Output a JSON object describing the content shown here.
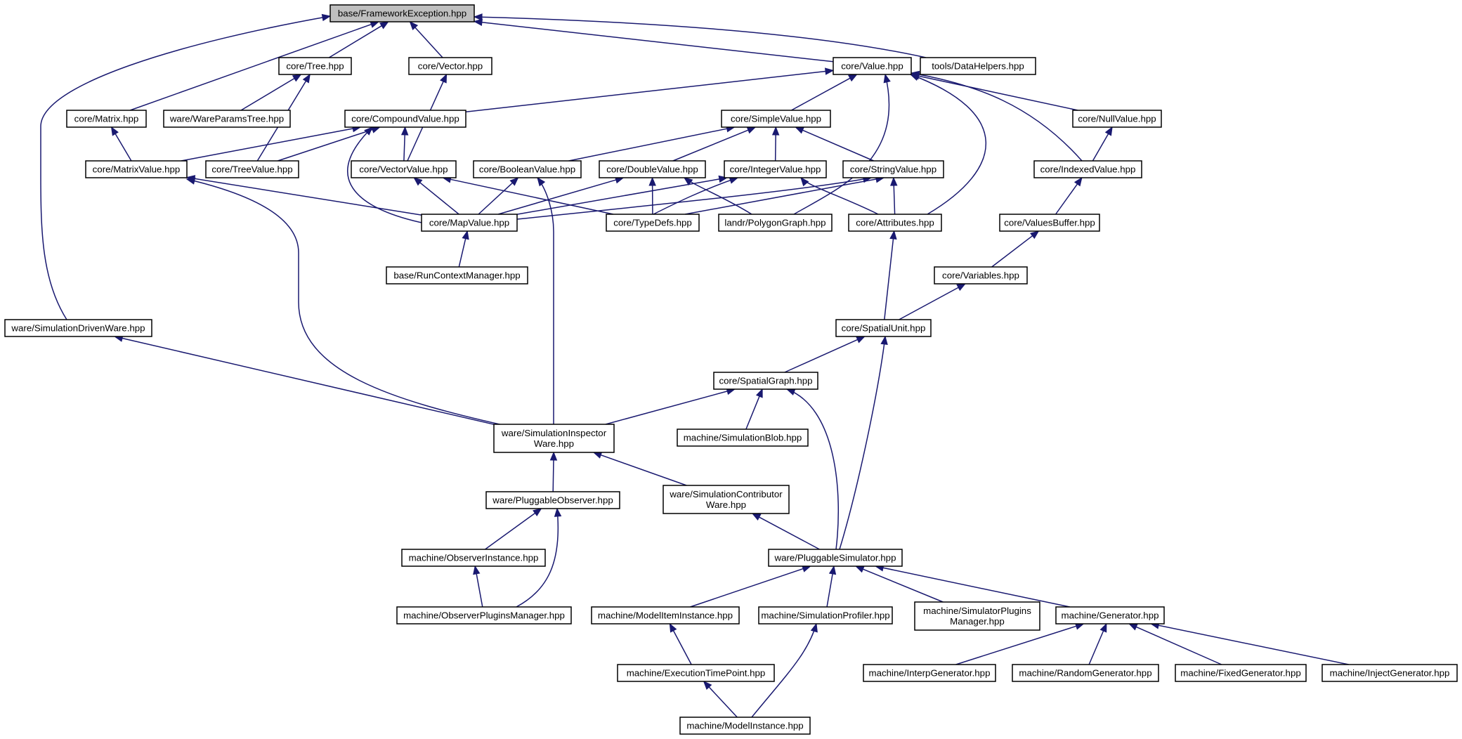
{
  "graph": {
    "nodes": [
      {
        "id": "fe",
        "lines": [
          "base/FrameworkException.hpp"
        ],
        "root": true
      },
      {
        "id": "tree",
        "lines": [
          "core/Tree.hpp"
        ]
      },
      {
        "id": "vector",
        "lines": [
          "core/Vector.hpp"
        ]
      },
      {
        "id": "value",
        "lines": [
          "core/Value.hpp"
        ]
      },
      {
        "id": "datahelpers",
        "lines": [
          "tools/DataHelpers.hpp"
        ]
      },
      {
        "id": "matrix",
        "lines": [
          "core/Matrix.hpp"
        ]
      },
      {
        "id": "wareparamstree",
        "lines": [
          "ware/WareParamsTree.hpp"
        ]
      },
      {
        "id": "compoundvalue",
        "lines": [
          "core/CompoundValue.hpp"
        ]
      },
      {
        "id": "simplevalue",
        "lines": [
          "core/SimpleValue.hpp"
        ]
      },
      {
        "id": "nullvalue",
        "lines": [
          "core/NullValue.hpp"
        ]
      },
      {
        "id": "matrixvalue",
        "lines": [
          "core/MatrixValue.hpp"
        ]
      },
      {
        "id": "treevalue",
        "lines": [
          "core/TreeValue.hpp"
        ]
      },
      {
        "id": "vectorvalue",
        "lines": [
          "core/VectorValue.hpp"
        ]
      },
      {
        "id": "booleanvalue",
        "lines": [
          "core/BooleanValue.hpp"
        ]
      },
      {
        "id": "doublevalue",
        "lines": [
          "core/DoubleValue.hpp"
        ]
      },
      {
        "id": "integervalue",
        "lines": [
          "core/IntegerValue.hpp"
        ]
      },
      {
        "id": "stringvalue",
        "lines": [
          "core/StringValue.hpp"
        ]
      },
      {
        "id": "indexedvalue",
        "lines": [
          "core/IndexedValue.hpp"
        ]
      },
      {
        "id": "mapvalue",
        "lines": [
          "core/MapValue.hpp"
        ]
      },
      {
        "id": "typedefs",
        "lines": [
          "core/TypeDefs.hpp"
        ]
      },
      {
        "id": "polygongraph",
        "lines": [
          "landr/PolygonGraph.hpp"
        ]
      },
      {
        "id": "attributes",
        "lines": [
          "core/Attributes.hpp"
        ]
      },
      {
        "id": "valuesbuffer",
        "lines": [
          "core/ValuesBuffer.hpp"
        ]
      },
      {
        "id": "runcontextmanager",
        "lines": [
          "base/RunContextManager.hpp"
        ]
      },
      {
        "id": "variables",
        "lines": [
          "core/Variables.hpp"
        ]
      },
      {
        "id": "simdrivenware",
        "lines": [
          "ware/SimulationDrivenWare.hpp"
        ]
      },
      {
        "id": "spatialunit",
        "lines": [
          "core/SpatialUnit.hpp"
        ]
      },
      {
        "id": "spatialgraph",
        "lines": [
          "core/SpatialGraph.hpp"
        ]
      },
      {
        "id": "siminspectorware",
        "lines": [
          "ware/SimulationInspector",
          "Ware.hpp"
        ]
      },
      {
        "id": "simulationblob",
        "lines": [
          "machine/SimulationBlob.hpp"
        ]
      },
      {
        "id": "pluggableobserver",
        "lines": [
          "ware/PluggableObserver.hpp"
        ]
      },
      {
        "id": "simcontribware",
        "lines": [
          "ware/SimulationContributor",
          "Ware.hpp"
        ]
      },
      {
        "id": "observerinstance",
        "lines": [
          "machine/ObserverInstance.hpp"
        ]
      },
      {
        "id": "pluggablesimulator",
        "lines": [
          "ware/PluggableSimulator.hpp"
        ]
      },
      {
        "id": "observerpluginsmanager",
        "lines": [
          "machine/ObserverPluginsManager.hpp"
        ]
      },
      {
        "id": "modeliteminstance",
        "lines": [
          "machine/ModelItemInstance.hpp"
        ]
      },
      {
        "id": "simulationprofiler",
        "lines": [
          "machine/SimulationProfiler.hpp"
        ]
      },
      {
        "id": "simulatorpluginsmanager",
        "lines": [
          "machine/SimulatorPlugins",
          "Manager.hpp"
        ]
      },
      {
        "id": "generator",
        "lines": [
          "machine/Generator.hpp"
        ]
      },
      {
        "id": "executiontimepoint",
        "lines": [
          "machine/ExecutionTimePoint.hpp"
        ]
      },
      {
        "id": "interpgenerator",
        "lines": [
          "machine/InterpGenerator.hpp"
        ]
      },
      {
        "id": "randomgenerator",
        "lines": [
          "machine/RandomGenerator.hpp"
        ]
      },
      {
        "id": "fixedgenerator",
        "lines": [
          "machine/FixedGenerator.hpp"
        ]
      },
      {
        "id": "injectgenerator",
        "lines": [
          "machine/InjectGenerator.hpp"
        ]
      },
      {
        "id": "modelinstance",
        "lines": [
          "machine/ModelInstance.hpp"
        ]
      }
    ],
    "edges": [
      {
        "from": "tree",
        "to": "fe"
      },
      {
        "from": "vector",
        "to": "fe"
      },
      {
        "from": "value",
        "to": "fe"
      },
      {
        "from": "datahelpers",
        "to": "fe"
      },
      {
        "from": "matrix",
        "to": "fe"
      },
      {
        "from": "simdrivenware",
        "to": "fe"
      },
      {
        "from": "wareparamstree",
        "to": "tree"
      },
      {
        "from": "treevalue",
        "to": "tree"
      },
      {
        "from": "vectorvalue",
        "to": "vector"
      },
      {
        "from": "compoundvalue",
        "to": "value"
      },
      {
        "from": "simplevalue",
        "to": "value"
      },
      {
        "from": "nullvalue",
        "to": "value"
      },
      {
        "from": "indexedvalue",
        "to": "value"
      },
      {
        "from": "polygongraph",
        "to": "value"
      },
      {
        "from": "attributes",
        "to": "value"
      },
      {
        "from": "matrixvalue",
        "to": "matrix"
      },
      {
        "from": "matrixvalue",
        "to": "compoundvalue"
      },
      {
        "from": "treevalue",
        "to": "compoundvalue"
      },
      {
        "from": "vectorvalue",
        "to": "compoundvalue"
      },
      {
        "from": "mapvalue",
        "to": "compoundvalue"
      },
      {
        "from": "booleanvalue",
        "to": "simplevalue"
      },
      {
        "from": "doublevalue",
        "to": "simplevalue"
      },
      {
        "from": "integervalue",
        "to": "simplevalue"
      },
      {
        "from": "stringvalue",
        "to": "simplevalue"
      },
      {
        "from": "indexedvalue",
        "to": "nullvalue"
      },
      {
        "from": "mapvalue",
        "to": "matrixvalue"
      },
      {
        "from": "siminspectorware",
        "to": "matrixvalue"
      },
      {
        "from": "mapvalue",
        "to": "vectorvalue"
      },
      {
        "from": "typedefs",
        "to": "vectorvalue"
      },
      {
        "from": "mapvalue",
        "to": "booleanvalue"
      },
      {
        "from": "siminspectorware",
        "to": "booleanvalue"
      },
      {
        "from": "mapvalue",
        "to": "doublevalue"
      },
      {
        "from": "typedefs",
        "to": "doublevalue"
      },
      {
        "from": "polygongraph",
        "to": "doublevalue"
      },
      {
        "from": "mapvalue",
        "to": "integervalue"
      },
      {
        "from": "typedefs",
        "to": "integervalue"
      },
      {
        "from": "attributes",
        "to": "integervalue"
      },
      {
        "from": "mapvalue",
        "to": "stringvalue"
      },
      {
        "from": "typedefs",
        "to": "stringvalue"
      },
      {
        "from": "attributes",
        "to": "stringvalue"
      },
      {
        "from": "valuesbuffer",
        "to": "indexedvalue"
      },
      {
        "from": "runcontextmanager",
        "to": "mapvalue"
      },
      {
        "from": "spatialunit",
        "to": "attributes"
      },
      {
        "from": "variables",
        "to": "valuesbuffer"
      },
      {
        "from": "spatialunit",
        "to": "variables"
      },
      {
        "from": "siminspectorware",
        "to": "simdrivenware"
      },
      {
        "from": "spatialgraph",
        "to": "spatialunit"
      },
      {
        "from": "pluggablesimulator",
        "to": "spatialunit"
      },
      {
        "from": "siminspectorware",
        "to": "spatialgraph"
      },
      {
        "from": "simulationblob",
        "to": "spatialgraph"
      },
      {
        "from": "pluggablesimulator",
        "to": "spatialgraph"
      },
      {
        "from": "pluggableobserver",
        "to": "siminspectorware"
      },
      {
        "from": "simcontribware",
        "to": "siminspectorware"
      },
      {
        "from": "observerinstance",
        "to": "pluggableobserver"
      },
      {
        "from": "observerpluginsmanager",
        "to": "pluggableobserver"
      },
      {
        "from": "pluggablesimulator",
        "to": "simcontribware"
      },
      {
        "from": "observerpluginsmanager",
        "to": "observerinstance"
      },
      {
        "from": "modeliteminstance",
        "to": "pluggablesimulator"
      },
      {
        "from": "simulationprofiler",
        "to": "pluggablesimulator"
      },
      {
        "from": "simulatorpluginsmanager",
        "to": "pluggablesimulator"
      },
      {
        "from": "generator",
        "to": "pluggablesimulator"
      },
      {
        "from": "executiontimepoint",
        "to": "modeliteminstance"
      },
      {
        "from": "modelinstance",
        "to": "simulationprofiler"
      },
      {
        "from": "interpgenerator",
        "to": "generator"
      },
      {
        "from": "randomgenerator",
        "to": "generator"
      },
      {
        "from": "fixedgenerator",
        "to": "generator"
      },
      {
        "from": "injectgenerator",
        "to": "generator"
      },
      {
        "from": "modelinstance",
        "to": "executiontimepoint"
      }
    ]
  },
  "colors": {
    "edge": "#191970",
    "node_border": "#000000",
    "node_fill": "#ffffff",
    "root_fill": "#bfbfbf",
    "text": "#000000"
  }
}
